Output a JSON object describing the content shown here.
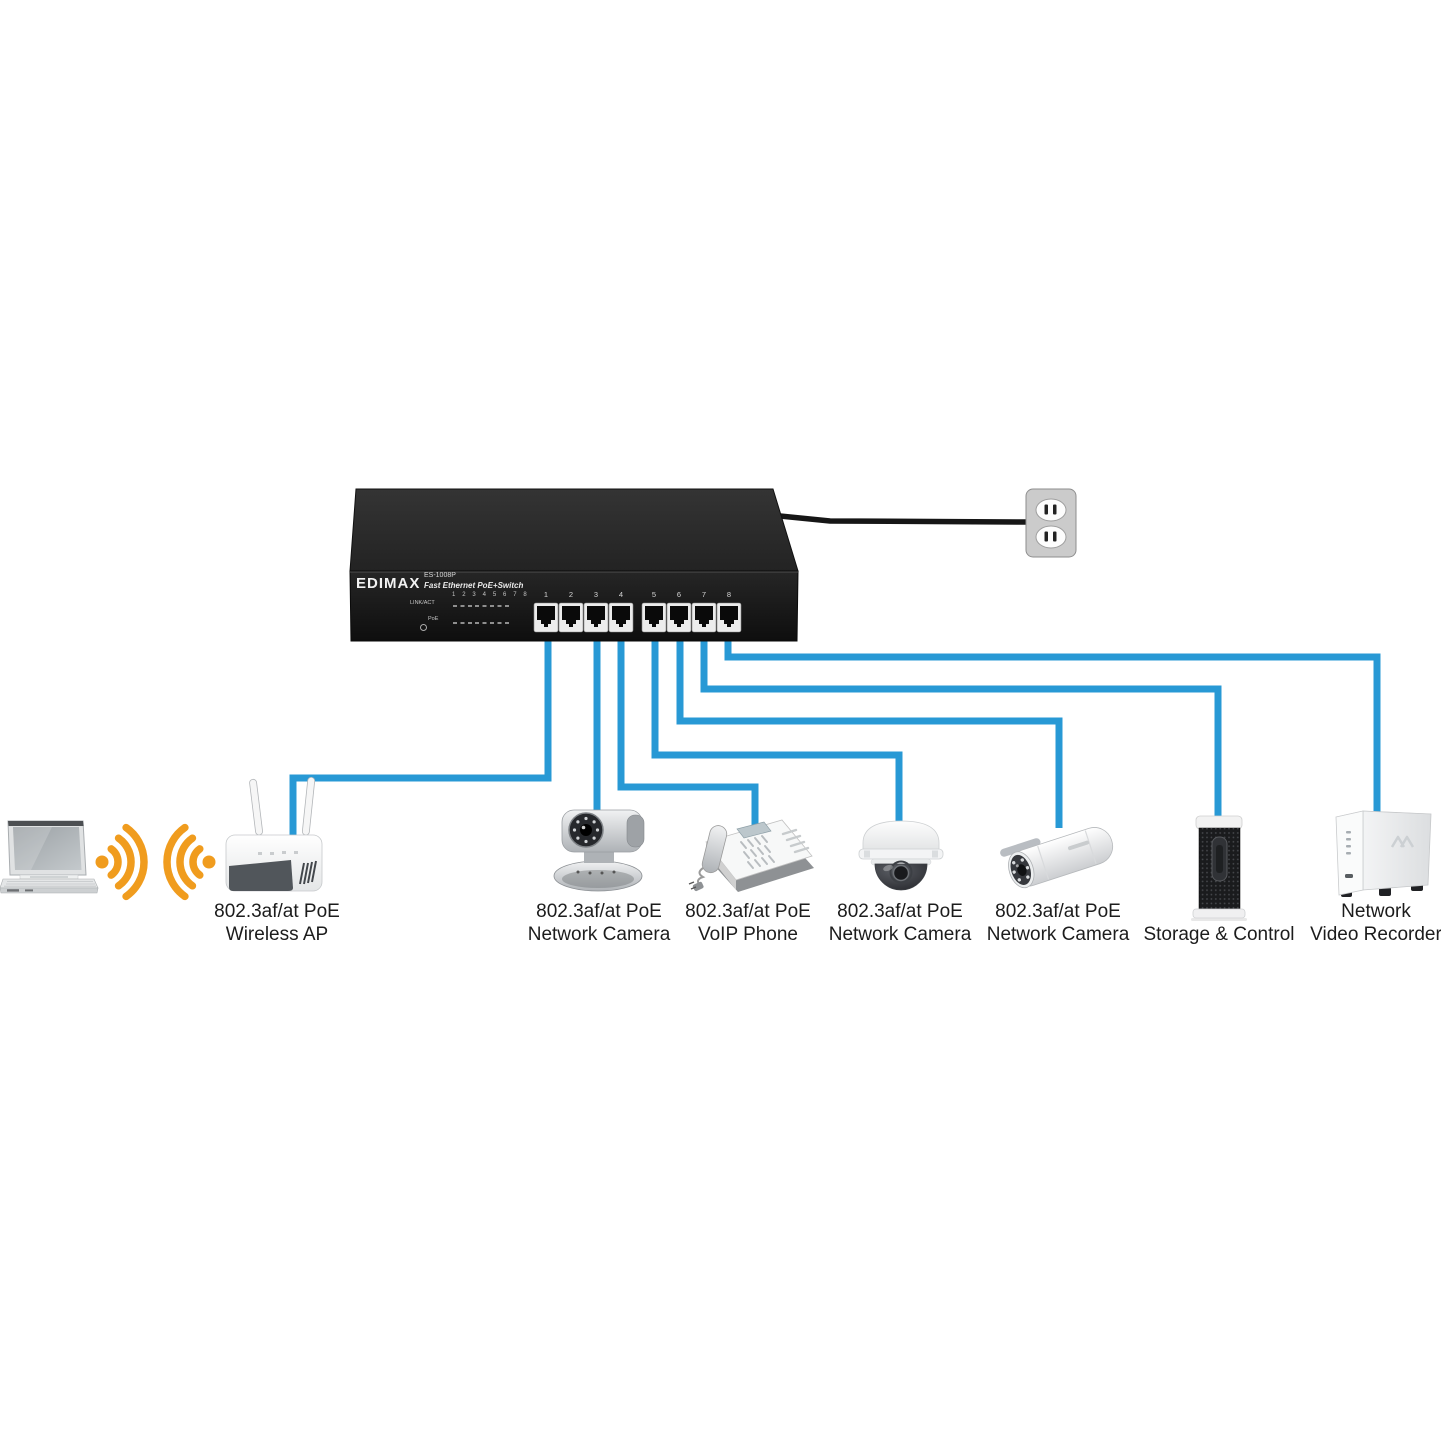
{
  "title": "PoE switch application diagram",
  "colors": {
    "cable": "#2899D5",
    "wifi": "#F09C1E",
    "switch_body": "#1c1c1c"
  },
  "switch": {
    "brand": "EDIMAX",
    "model": "ES-1008P",
    "subtitle": "Fast Ethernet PoE+Switch",
    "link_act_label": "LINK/ACT",
    "poe_label": "PoE",
    "led_port_numbers": "1 2 3 4 5 6 7 8",
    "port_numbers": [
      "1",
      "2",
      "3",
      "4",
      "5",
      "6",
      "7",
      "8"
    ]
  },
  "labels": [
    {
      "device": "wireless-ap",
      "line1": "802.3af/at PoE",
      "line2": "Wireless AP"
    },
    {
      "device": "ptz-network-camera",
      "line1": "802.3af/at PoE",
      "line2": "Network Camera"
    },
    {
      "device": "voip-phone",
      "line1": "802.3af/at PoE",
      "line2": "VoIP Phone"
    },
    {
      "device": "dome-network-camera",
      "line1": "802.3af/at PoE",
      "line2": "Network Camera"
    },
    {
      "device": "bullet-network-camera",
      "line1": "802.3af/at PoE",
      "line2": "Network Camera"
    },
    {
      "device": "storage-control",
      "line1": "",
      "line2": "Storage & Control"
    },
    {
      "device": "network-video-recorder",
      "line1": "Network",
      "line2": "Video Recorder"
    }
  ]
}
